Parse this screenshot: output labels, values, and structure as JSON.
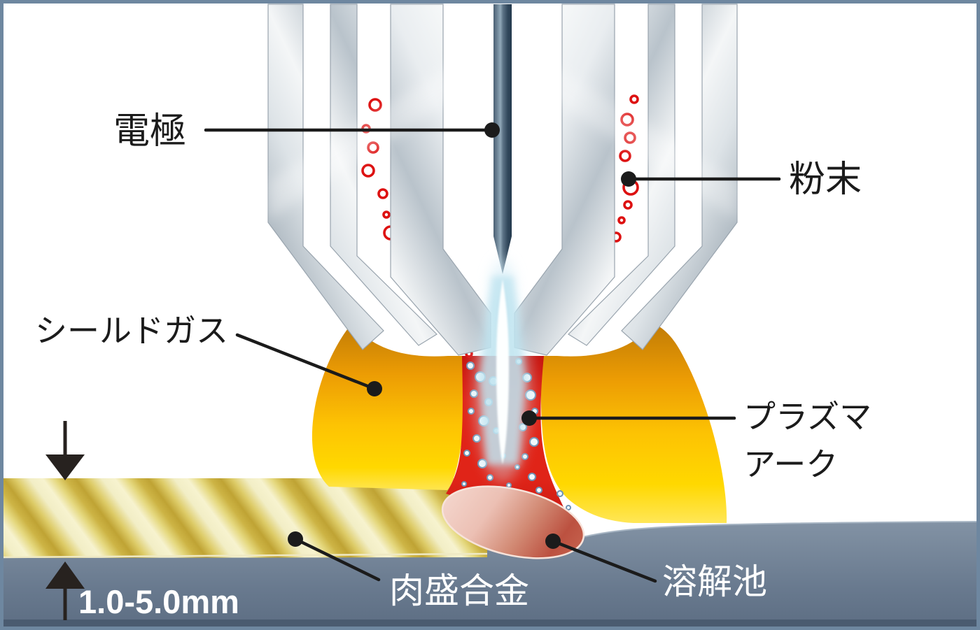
{
  "diagram": {
    "title": "plasma-transferred-arc-welding-cross-section",
    "labels": {
      "electrode": "電極",
      "powder": "粉末",
      "shield_gas": "シールドガス",
      "plasma_arc_line1": "プラズマ",
      "plasma_arc_line2": "アーク",
      "overlay_alloy": "肉盛合金",
      "melt_pool": "溶解池",
      "deposit_thickness": "1.0-5.0mm"
    },
    "colors": {
      "frame": "#6e87a0",
      "label_dark": "#1b1b1b",
      "label_light": "#ffffff",
      "arrow": "#27221f",
      "electrode_dark": "#2d4254",
      "electrode_light": "#8fa6b6",
      "nozzle_metal": "#c5ced5",
      "shield_gas_orange": "#ec9c04",
      "shield_gas_yellow": "#ffd800",
      "plasma_red": "#e02418",
      "powder_red": "#dd1111",
      "flame_blue": "#bfe4f0",
      "pool_pink": "#eec2b6",
      "pool_red": "#bc5140",
      "deposit_yellow": "#ddca64",
      "deposit_cream": "#f6f2cc",
      "substrate": "#7e8ea1"
    }
  }
}
